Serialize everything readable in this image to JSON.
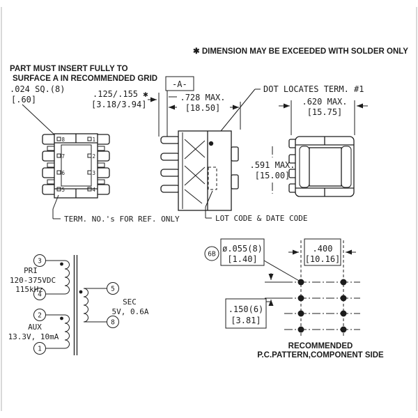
{
  "drawing": {
    "bg": "#ffffff",
    "ink": "#1c1c1c",
    "type": "transformer-outline-drawing"
  },
  "notes": {
    "solder": "✱ DIMENSION MAY BE EXCEEDED WITH SOLDER ONLY",
    "insert1": "PART MUST INSERT FULLY TO",
    "insert2": "SURFACE A IN RECOMMENDED GRID",
    "term_ref": "TERM. NO.'s FOR REF. ONLY",
    "lot_code": "LOT CODE & DATE CODE",
    "dot_term": "DOT LOCATES TERM. #1",
    "pc1": "RECOMMENDED",
    "pc2": "P.C.PATTERN,COMPONENT SIDE"
  },
  "dims": {
    "pad_sq_in": ".024 SQ.(8)",
    "pad_sq_mm": "[.60]",
    "pin_len_in": ".125/.155 ✱",
    "pin_len_mm": "[3.18/3.94]",
    "datum": "-A-",
    "body_w_in": ".728 MAX.",
    "body_w_mm": "[18.50]",
    "body_d_in": ".620 MAX.",
    "body_d_mm": "[15.75]",
    "body_h_in": ".591 MAX.",
    "body_h_mm": "[15.00]",
    "hole_in": "ø.055(8)",
    "hole_mm": "[1.40]",
    "pitch_x_in": ".400",
    "pitch_x_mm": "[10.16]",
    "pitch_y_in": ".150(6)",
    "pitch_y_mm": "[3.81]",
    "balloon": "6B"
  },
  "bottom_view": {
    "left_terms": [
      "8",
      "7",
      "6",
      "5"
    ],
    "right_terms": [
      "1",
      "2",
      "3",
      "4"
    ]
  },
  "schematic": {
    "t3": "3",
    "t4": "4",
    "t2": "2",
    "t1": "1",
    "t5": "5",
    "t8": "8",
    "pri_label": "PRI",
    "pri_spec1": "120-375VDC",
    "pri_spec2": "115kHz",
    "aux_label": "AUX",
    "aux_spec": "13.3V, 10mA",
    "sec_label": "SEC",
    "sec_spec": "5V, 0.6A"
  }
}
